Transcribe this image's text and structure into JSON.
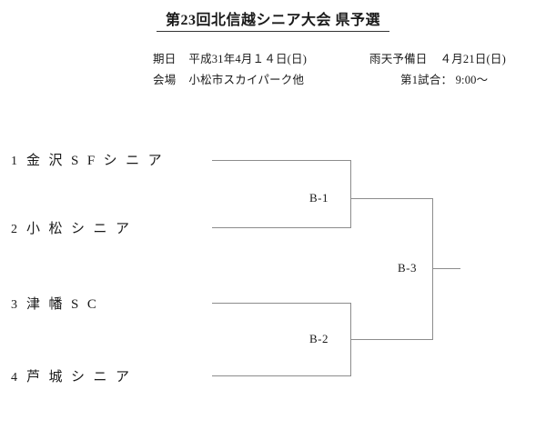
{
  "header": {
    "title": "第23回北信越シニア大会 県予選",
    "date_label": "期日",
    "date_value": "平成31年4月１４日(日)",
    "rain_label": "雨天予備日",
    "rain_value": "４月21日(日)",
    "venue_label": "会場",
    "venue_value": "小松市スカイパーク他",
    "first_match": "第1試合： 9:00～"
  },
  "bracket": {
    "teams": [
      {
        "seed": "1",
        "name": "金沢SFシニア"
      },
      {
        "seed": "2",
        "name": "小松シニア"
      },
      {
        "seed": "3",
        "name": "津幡SC"
      },
      {
        "seed": "4",
        "name": "芦城シニア"
      }
    ],
    "matches": [
      {
        "code": "B-1"
      },
      {
        "code": "B-2"
      },
      {
        "code": "B-3"
      }
    ]
  },
  "colors": {
    "line": "#8c8c8c",
    "text": "#1a1a1a",
    "rule": "#333333"
  }
}
